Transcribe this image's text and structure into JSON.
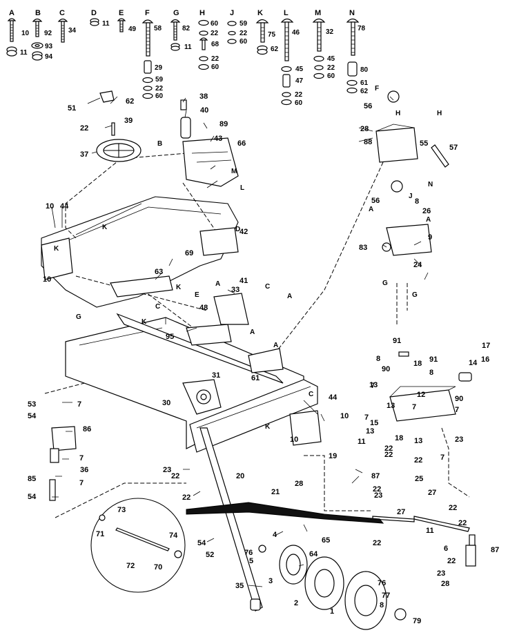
{
  "hardware_keys": [
    {
      "key": "A",
      "parts": [
        "10",
        "11"
      ]
    },
    {
      "key": "B",
      "parts": [
        "92",
        "93",
        "94"
      ]
    },
    {
      "key": "C",
      "parts": [
        "34"
      ]
    },
    {
      "key": "D",
      "parts": [
        "11"
      ]
    },
    {
      "key": "E",
      "parts": [
        "49"
      ]
    },
    {
      "key": "F",
      "parts": [
        "58",
        "29",
        "59",
        "22",
        "60"
      ]
    },
    {
      "key": "G",
      "parts": [
        "82",
        "11"
      ]
    },
    {
      "key": "H",
      "parts": [
        "60",
        "22",
        "68",
        "22",
        "60"
      ]
    },
    {
      "key": "J",
      "parts": [
        "59",
        "22",
        "60"
      ]
    },
    {
      "key": "K",
      "parts": [
        "75",
        "62"
      ]
    },
    {
      "key": "L",
      "parts": [
        "46",
        "45",
        "47",
        "22",
        "60"
      ]
    },
    {
      "key": "M",
      "parts": [
        "32",
        "45",
        "22",
        "60"
      ]
    },
    {
      "key": "N",
      "parts": [
        "78",
        "80",
        "61",
        "62"
      ]
    }
  ],
  "callouts": [
    {
      "id": "51"
    },
    {
      "id": "62"
    },
    {
      "id": "22"
    },
    {
      "id": "39"
    },
    {
      "id": "37"
    },
    {
      "id": "38"
    },
    {
      "id": "40"
    },
    {
      "id": "89"
    },
    {
      "id": "B"
    },
    {
      "id": "43"
    },
    {
      "id": "66"
    },
    {
      "id": "M"
    },
    {
      "id": "L"
    },
    {
      "id": "10"
    },
    {
      "id": "44"
    },
    {
      "id": "K"
    },
    {
      "id": "K"
    },
    {
      "id": "10"
    },
    {
      "id": "D"
    },
    {
      "id": "42"
    },
    {
      "id": "69"
    },
    {
      "id": "63"
    },
    {
      "id": "K"
    },
    {
      "id": "C"
    },
    {
      "id": "K"
    },
    {
      "id": "A"
    },
    {
      "id": "41"
    },
    {
      "id": "33"
    },
    {
      "id": "C"
    },
    {
      "id": "A"
    },
    {
      "id": "E"
    },
    {
      "id": "48"
    },
    {
      "id": "95"
    },
    {
      "id": "G"
    },
    {
      "id": "A"
    },
    {
      "id": "A"
    },
    {
      "id": "61"
    },
    {
      "id": "C"
    },
    {
      "id": "31"
    },
    {
      "id": "30"
    },
    {
      "id": "53"
    },
    {
      "id": "7"
    },
    {
      "id": "54"
    },
    {
      "id": "86"
    },
    {
      "id": "7"
    },
    {
      "id": "36"
    },
    {
      "id": "7"
    },
    {
      "id": "85"
    },
    {
      "id": "54"
    },
    {
      "id": "44"
    },
    {
      "id": "10"
    },
    {
      "id": "K"
    },
    {
      "id": "10"
    },
    {
      "id": "23"
    },
    {
      "id": "22"
    },
    {
      "id": "20"
    },
    {
      "id": "22"
    },
    {
      "id": "21"
    },
    {
      "id": "28"
    },
    {
      "id": "19"
    },
    {
      "id": "11"
    },
    {
      "id": "87"
    },
    {
      "id": "22"
    },
    {
      "id": "23"
    },
    {
      "id": "27"
    },
    {
      "id": "22"
    },
    {
      "id": "4"
    },
    {
      "id": "65"
    },
    {
      "id": "64"
    },
    {
      "id": "54"
    },
    {
      "id": "52"
    },
    {
      "id": "76"
    },
    {
      "id": "5"
    },
    {
      "id": "3"
    },
    {
      "id": "35"
    },
    {
      "id": "2"
    },
    {
      "id": "76"
    },
    {
      "id": "77"
    },
    {
      "id": "8"
    },
    {
      "id": "1"
    },
    {
      "id": "79"
    },
    {
      "id": "73"
    },
    {
      "id": "71"
    },
    {
      "id": "72"
    },
    {
      "id": "74"
    },
    {
      "id": "70"
    },
    {
      "id": "F"
    },
    {
      "id": "56"
    },
    {
      "id": "H"
    },
    {
      "id": "H"
    },
    {
      "id": "28"
    },
    {
      "id": "88"
    },
    {
      "id": "55"
    },
    {
      "id": "57"
    },
    {
      "id": "N"
    },
    {
      "id": "56"
    },
    {
      "id": "J"
    },
    {
      "id": "8"
    },
    {
      "id": "A"
    },
    {
      "id": "26"
    },
    {
      "id": "A"
    },
    {
      "id": "9"
    },
    {
      "id": "83"
    },
    {
      "id": "24"
    },
    {
      "id": "G"
    },
    {
      "id": "G"
    },
    {
      "id": "91"
    },
    {
      "id": "17"
    },
    {
      "id": "8"
    },
    {
      "id": "91"
    },
    {
      "id": "14"
    },
    {
      "id": "16"
    },
    {
      "id": "90"
    },
    {
      "id": "18"
    },
    {
      "id": "7"
    },
    {
      "id": "8"
    },
    {
      "id": "13"
    },
    {
      "id": "12"
    },
    {
      "id": "90"
    },
    {
      "id": "13"
    },
    {
      "id": "7"
    },
    {
      "id": "7"
    },
    {
      "id": "13"
    },
    {
      "id": "7"
    },
    {
      "id": "15"
    },
    {
      "id": "18"
    },
    {
      "id": "23"
    },
    {
      "id": "13"
    },
    {
      "id": "22"
    },
    {
      "id": "7"
    },
    {
      "id": "22"
    },
    {
      "id": "25"
    },
    {
      "id": "22"
    },
    {
      "id": "27"
    },
    {
      "id": "22"
    },
    {
      "id": "11"
    },
    {
      "id": "22"
    },
    {
      "id": "6"
    },
    {
      "id": "87"
    },
    {
      "id": "22"
    },
    {
      "id": "23"
    },
    {
      "id": "28"
    }
  ]
}
